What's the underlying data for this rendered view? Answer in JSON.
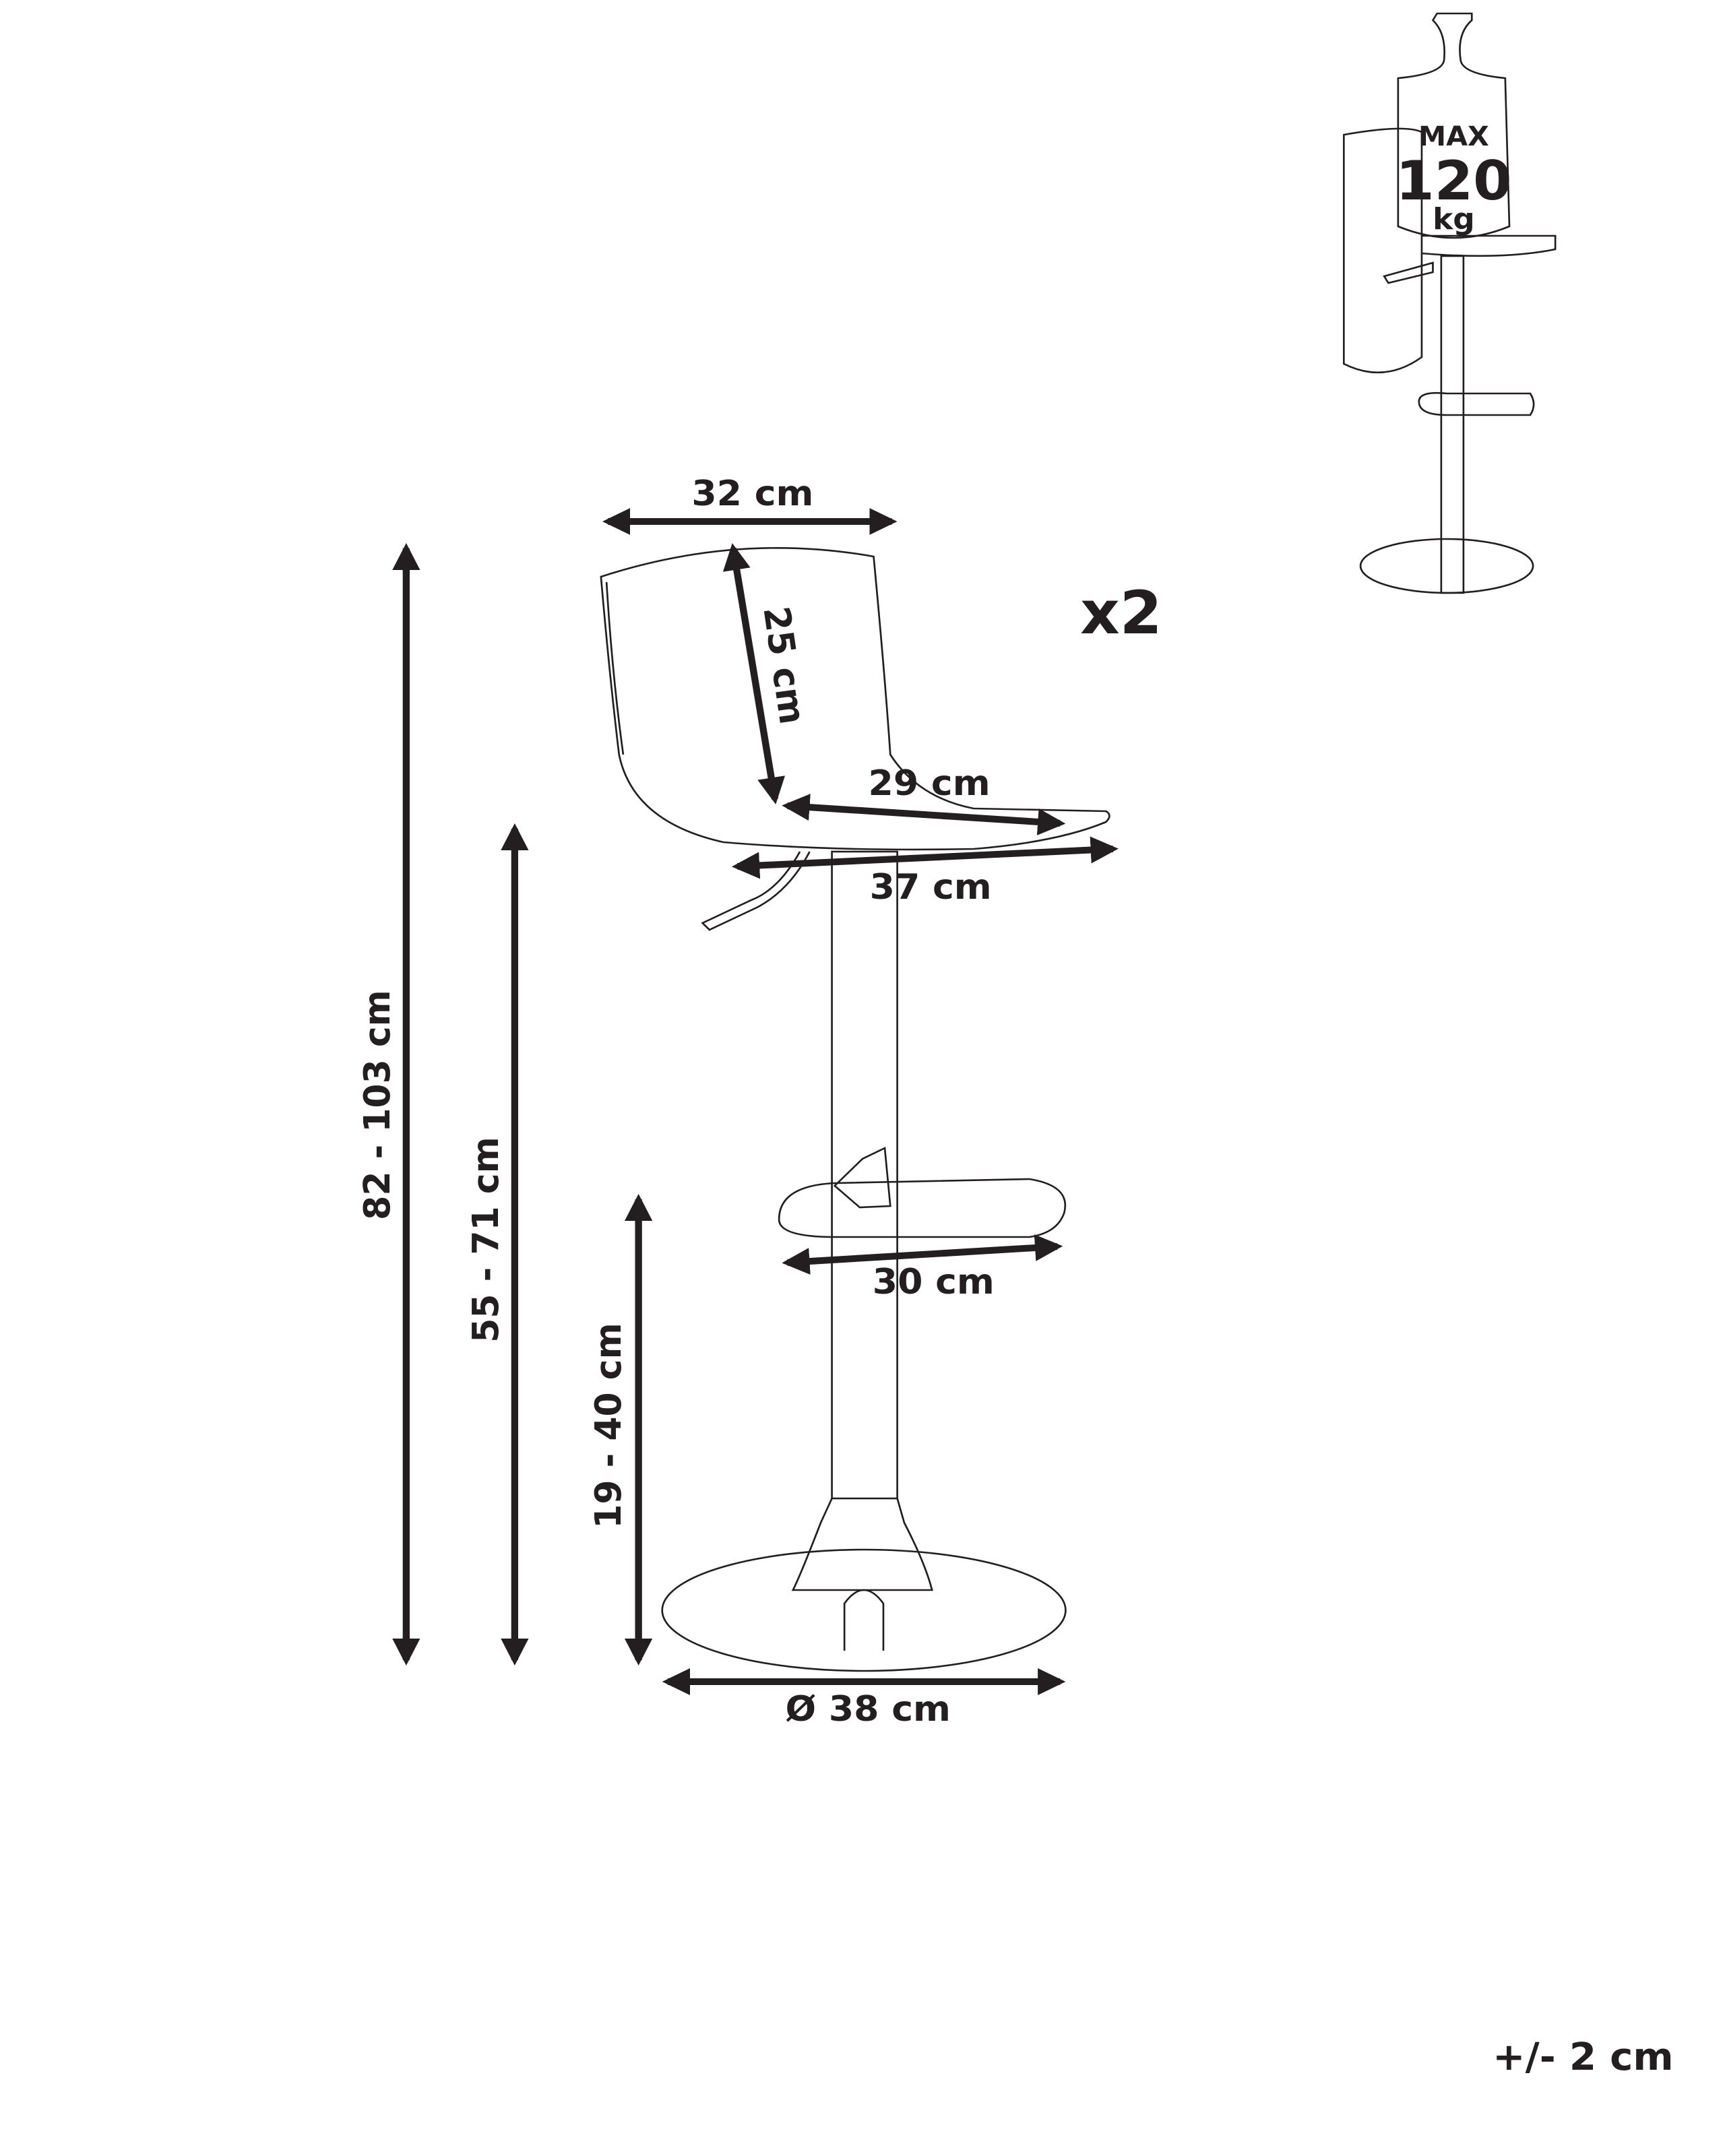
{
  "diagram": {
    "type": "product-dimension-drawing",
    "subject": "bar stool",
    "quantity": "x2",
    "tolerance": "+/- 2 cm",
    "max_load": {
      "line1": "MAX",
      "value": "120",
      "unit": "kg"
    },
    "dimensions": {
      "backrest_width": "32 cm",
      "backrest_height": "25 cm",
      "seat_depth": "29 cm",
      "seat_width": "37 cm",
      "footrest_width": "30 cm",
      "base_diameter": "Ø 38 cm",
      "total_height": "82 - 103 cm",
      "seat_height": "55 - 71 cm",
      "footrest_height": "19 - 40 cm"
    },
    "colors": {
      "ink": "#231f20",
      "background": "#ffffff"
    }
  }
}
